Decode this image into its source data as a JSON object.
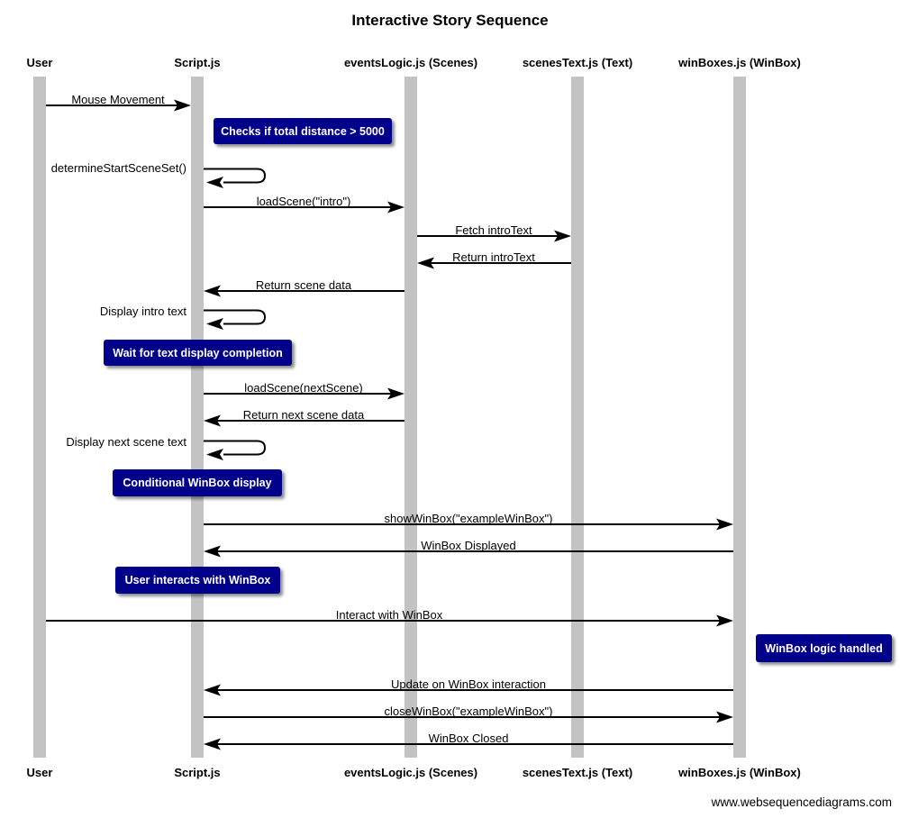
{
  "title": "Interactive Story Sequence",
  "watermark": "www.websequencediagrams.com",
  "participants": [
    {
      "label": "User"
    },
    {
      "label": "Script.js"
    },
    {
      "label": "eventsLogic.js (Scenes)"
    },
    {
      "label": "scenesText.js (Text)"
    },
    {
      "label": "winBoxes.js (WinBox)"
    }
  ],
  "messages": {
    "mouse_movement": {
      "label": "Mouse Movement",
      "from": "User",
      "to": "Script.js"
    },
    "determine_start": {
      "label": "determineStartSceneSet()",
      "from": "Script.js",
      "to": "Script.js"
    },
    "load_intro": {
      "label": "loadScene(\"intro\")",
      "from": "Script.js",
      "to": "eventsLogic.js (Scenes)"
    },
    "fetch_intro_text": {
      "label": "Fetch introText",
      "from": "eventsLogic.js (Scenes)",
      "to": "scenesText.js (Text)"
    },
    "return_intro_text": {
      "label": "Return introText",
      "from": "scenesText.js (Text)",
      "to": "eventsLogic.js (Scenes)"
    },
    "return_scene_data": {
      "label": "Return scene data",
      "from": "eventsLogic.js (Scenes)",
      "to": "Script.js"
    },
    "display_intro": {
      "label": "Display intro text",
      "from": "Script.js",
      "to": "Script.js"
    },
    "load_next": {
      "label": "loadScene(nextScene)",
      "from": "Script.js",
      "to": "eventsLogic.js (Scenes)"
    },
    "return_next": {
      "label": "Return next scene data",
      "from": "eventsLogic.js (Scenes)",
      "to": "Script.js"
    },
    "display_next": {
      "label": "Display next scene text",
      "from": "Script.js",
      "to": "Script.js"
    },
    "show_winbox": {
      "label": "showWinBox(\"exampleWinBox\")",
      "from": "Script.js",
      "to": "winBoxes.js (WinBox)"
    },
    "winbox_displayed": {
      "label": "WinBox Displayed",
      "from": "winBoxes.js (WinBox)",
      "to": "Script.js"
    },
    "interact_winbox": {
      "label": "Interact with WinBox",
      "from": "User",
      "to": "winBoxes.js (WinBox)"
    },
    "update_interaction": {
      "label": "Update on WinBox interaction",
      "from": "winBoxes.js (WinBox)",
      "to": "Script.js"
    },
    "close_winbox": {
      "label": "closeWinBox(\"exampleWinBox\")",
      "from": "Script.js",
      "to": "winBoxes.js (WinBox)"
    },
    "winbox_closed": {
      "label": "WinBox Closed",
      "from": "winBoxes.js (WinBox)",
      "to": "Script.js"
    }
  },
  "notes": {
    "checks_distance": {
      "label": "Checks if total distance > 5000",
      "position": "right of Script.js"
    },
    "wait_text": {
      "label": "Wait for text display completion",
      "position": "over Script.js"
    },
    "conditional_winbox": {
      "label": "Conditional WinBox display",
      "position": "over Script.js"
    },
    "user_interacts": {
      "label": "User interacts with WinBox",
      "position": "over Script.js"
    },
    "winbox_logic": {
      "label": "WinBox logic handled",
      "position": "right of winBoxes.js (WinBox)"
    }
  },
  "colors": {
    "note_bg": "#00008B",
    "note_text": "#FFFFFF",
    "lifeline": "#C3C3C3",
    "arrow": "#000000"
  }
}
